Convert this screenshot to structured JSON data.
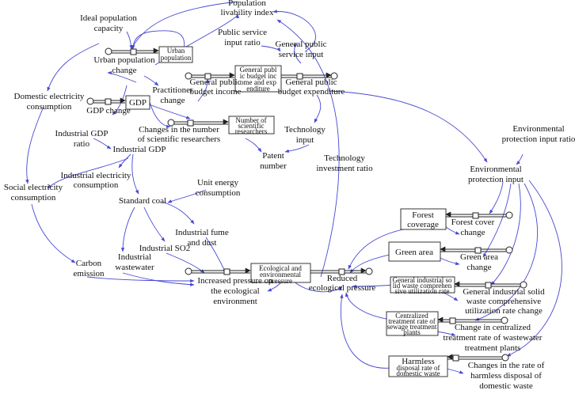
{
  "diagram": {
    "stocks": {
      "urban_population": [
        "Urban",
        "population"
      ],
      "gdp": [
        "GDP"
      ],
      "general_budget": [
        "General publ",
        "ic budget inc",
        "ome and exp",
        "enditure"
      ],
      "scientific_researchers": [
        "Number of",
        "scientific",
        "researchers"
      ],
      "ecological_pressure": [
        "Ecological and",
        "environmental",
        "pressure"
      ],
      "forest_coverage": [
        "Forest",
        "coverage"
      ],
      "green_area": [
        "Green area"
      ],
      "solid_waste_rate": [
        "General industrial so",
        "lid waste comprehen",
        "sive utilization rate"
      ],
      "wastewater_rate": [
        "Centralized",
        "treatment rate of",
        "sewage treatment",
        "plants"
      ],
      "harmless_disposal_rate": [
        "Harmless",
        "disposal rate of",
        "domestic waste"
      ]
    },
    "variables": {
      "population_livability_index": [
        "Population",
        "livability index"
      ],
      "ideal_population_capacity": [
        "Ideal population",
        "capacity"
      ],
      "public_service_input_ratio": [
        "Public service",
        "input ratio"
      ],
      "general_public_service_input": [
        "General public",
        "service input"
      ],
      "urban_population_change": [
        "Urban population",
        "change"
      ],
      "domestic_electricity_consumption": [
        "Domestic electricity",
        "consumption"
      ],
      "practitioner_budget_change": [
        "Practitioner",
        "change"
      ],
      "general_public_budget_income": [
        "General public",
        "budget income"
      ],
      "general_public_budget_expenditure": [
        "General public",
        "budget expenditure"
      ],
      "gdp_change": [
        "GDP change"
      ],
      "changes_in_scientific_researchers": [
        "Changes in the number",
        "of scientific researchers"
      ],
      "technology_input": [
        "Technology",
        "input"
      ],
      "environmental_protection_input_ratio": [
        "Environmental",
        "protection input ratio"
      ],
      "industrial_gdp_ratio": [
        "Industrial GDP",
        "ratio"
      ],
      "industrial_gdp": [
        "Industrial GDP"
      ],
      "patent_number": [
        "Patent",
        "number"
      ],
      "technology_investment_ratio": [
        "Technology",
        "investment ratio"
      ],
      "environmental_protection_input": [
        "Environmental",
        "protection input"
      ],
      "industrial_electricity_consumption": [
        "Industrial electricity",
        "consumption"
      ],
      "social_electricity_consumption": [
        "Social electricity",
        "consumption"
      ],
      "unit_energy_consumption": [
        "Unit energy",
        "consumption"
      ],
      "standard_coal": [
        "Standard coal"
      ],
      "forest_cover_change": [
        "Forest cover",
        "change"
      ],
      "industrial_fume_and_dust": [
        "Industrial fume",
        "and dust"
      ],
      "industrial_so2": [
        "Industrial SO2"
      ],
      "green_area_change": [
        "Green area",
        "change"
      ],
      "industrial_wastewater": [
        "Industrial",
        "wastewater"
      ],
      "carbon_emission": [
        "Carbon",
        "emission"
      ],
      "increased_pressure": [
        "Increased pressure on",
        "the ecological",
        "environment"
      ],
      "reduced_ecological_pressure": [
        "Reduced",
        "ecological pressure"
      ],
      "solid_waste_rate_change": [
        "General industrial solid",
        "waste comprehensive",
        "utilization rate change"
      ],
      "wastewater_rate_change": [
        "Change in centralized",
        "treatment rate of wastewater",
        "treatment plants"
      ],
      "harmless_disposal_change": [
        "Changes in the rate of",
        "harmless disposal of",
        "domestic waste"
      ]
    }
  }
}
